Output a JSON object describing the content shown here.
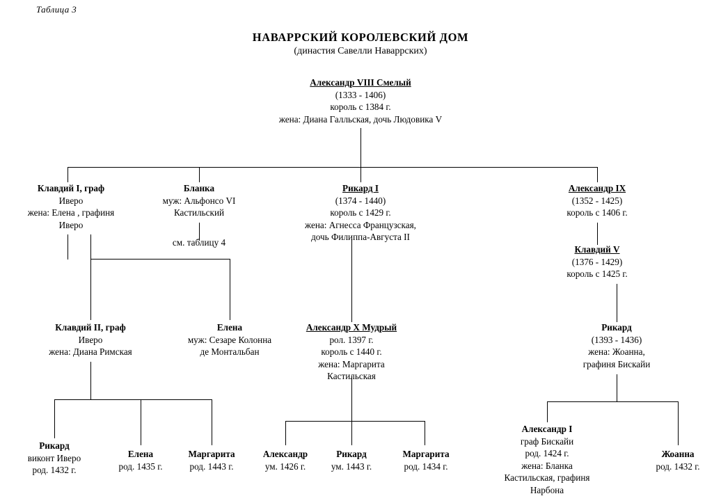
{
  "page": {
    "table_label": "Таблица 3",
    "title": "НАВАРРСКИЙ КОРОЛЕВСКИЙ ДОМ",
    "subtitle": "(династия Савелли Наваррских)"
  },
  "nodes": {
    "root": {
      "name": "Александр VIII Смелый",
      "dates": "(1333 - 1406)",
      "reign": "король с 1384 г.",
      "spouse": "жена: Диана Галльская, дочь Людовика V"
    },
    "klavdiy1": {
      "name": "Клавдий I, граф",
      "title2": "Иверо",
      "spouse1": "жена: Елена , графиня",
      "spouse2": "Иверо"
    },
    "blanka": {
      "name": "Бланка",
      "spouse1": "муж: Альфонсо VI",
      "spouse2": "Кастильский",
      "note": "см. таблицу 4"
    },
    "rikard1": {
      "name": "Рикард I",
      "dates": "(1374 - 1440)",
      "reign": "король с 1429 г.",
      "spouse1": "жена: Агнесса Французская,",
      "spouse2": "дочь Филиппа-Августа II"
    },
    "aleksandr9": {
      "name": "Александр IX",
      "dates": "(1352 - 1425)",
      "reign": "король с 1406 г."
    },
    "klavdiy5": {
      "name": "Клавдий V",
      "dates": "(1376 - 1429)",
      "reign": "король с 1425 г."
    },
    "klavdiy2": {
      "name": "Клавдий II, граф",
      "title2": "Иверо",
      "spouse": "жена: Диана Римская"
    },
    "elena": {
      "name": "Елена",
      "spouse1": "муж: Сезаре Колонна",
      "spouse2": "де Монтальбан"
    },
    "aleksandr10": {
      "name": "Александр X Мудрый",
      "born": "рол. 1397 г.",
      "reign": "король с 1440 г.",
      "spouse1": "жена: Маргарита",
      "spouse2": "Кастильская"
    },
    "rikard_b": {
      "name": "Рикард",
      "dates": "(1393 - 1436)",
      "spouse1": "жена: Жоанна,",
      "spouse2": "графиня Бискайи"
    },
    "rikard_vikont": {
      "name": "Рикард",
      "title2": "виконт Иверо",
      "born": "род. 1432 г."
    },
    "elena_1435": {
      "name": "Елена",
      "born": "род. 1435 г."
    },
    "margarita_1443": {
      "name": "Маргарита",
      "born": "род. 1443 г."
    },
    "aleksandr_1426": {
      "name": "Александр",
      "died": "ум. 1426 г."
    },
    "rikard_1443": {
      "name": "Рикард",
      "died": "ум. 1443 г."
    },
    "margarita_1434": {
      "name": "Маргарита",
      "born": "род. 1434 г."
    },
    "aleksandr1": {
      "name": "Александр I",
      "title2": "граф Бискайи",
      "born": "род. 1424 г.",
      "spouse1": "жена: Бланка",
      "spouse2": "Кастильская, графиня",
      "spouse3": "Нарбона"
    },
    "zhoanna": {
      "name": "Жоанна",
      "born": "род. 1432 г."
    }
  }
}
